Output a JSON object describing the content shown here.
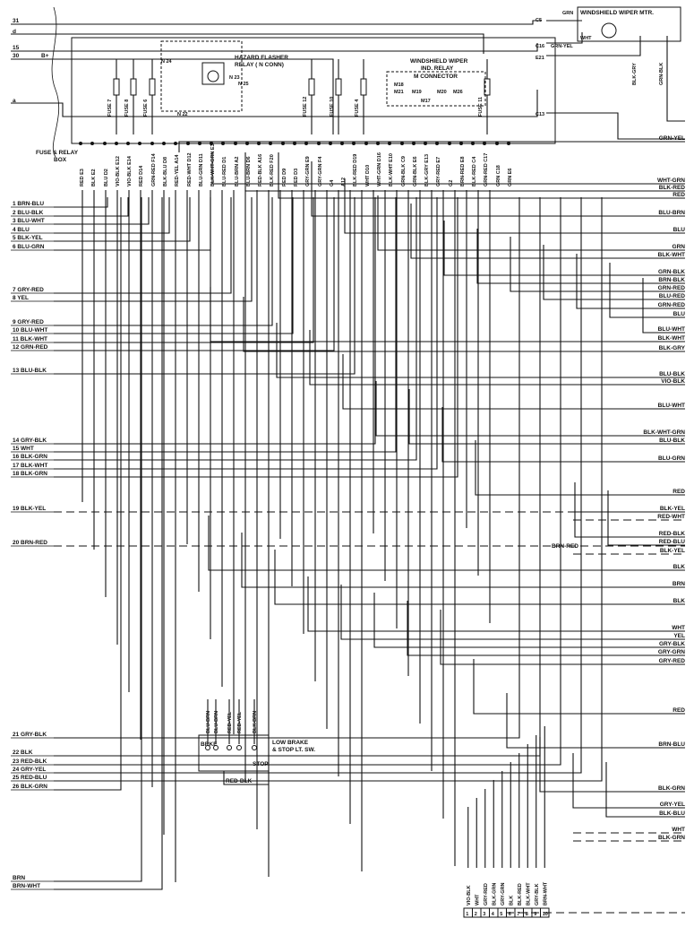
{
  "edge_left_labels": [
    "31",
    "d",
    "15",
    "30",
    "B+",
    "a"
  ],
  "fuse_box_label_1": "FUSE & RELAY",
  "fuse_box_label_2": "BOX",
  "hazard_relay_label_1": "HAZARD FLASHER",
  "hazard_relay_label_2": "RELAY ( N CONN)",
  "hazard_pins": [
    "N 24",
    "N 23",
    "N 25",
    "N 22"
  ],
  "wiper_relay_label_1": "WINDSHIELD WIPER",
  "wiper_relay_label_2": "IND. RELAY",
  "wiper_relay_label_3": "M CONNECTOR",
  "wiper_relay_pins": [
    "M18",
    "M21",
    "M19",
    "M17",
    "M20",
    "M26"
  ],
  "wiper_motor_label": "WINDSHIELD WIPER MTR.",
  "wiper_motor_wires": [
    "GRN",
    "WHT",
    "C5",
    "C16",
    "GRN-YEL",
    "E21",
    "C13",
    "BLK-GRY",
    "GRN-BLK"
  ],
  "fuses": [
    "FUSE 7",
    "FUSE 8",
    "FUSE 6",
    "FUSE 12",
    "FUSE 10",
    "FUSE 4",
    "FUSE 11"
  ],
  "top_connector_labels": [
    "RED E3",
    "BLK E2",
    "BLU D2",
    "VIO-BLK E12",
    "VIO-BLK E14",
    "RED D14",
    "GRN-RED F14",
    "BLK-BLU D8",
    "RED-YEL A14",
    "RED-WHT D12",
    "BLU-GRN D11",
    "BLK-WHT-GRN E3",
    "BLU-RED D1",
    "BLU-BRN A2",
    "BLU-BRN D6",
    "RED-BLK A16",
    "BLK-RED F20",
    "RED D9",
    "RED D3",
    "GRY-GRN E9",
    "GRY-GRN F4",
    "G4",
    "A12",
    "BLK-RED D19",
    "WHT D10",
    "WHT-GRN D16",
    "BLK-WHT E10",
    "GRN-BLK C9",
    "GRN-BLK E6",
    "BLK-GRY E13",
    "GRY-RED E7",
    "G2",
    "BRN-RED E8",
    "BLK-RED C4",
    "GRN-RED C17",
    "GRN C18",
    "GRN E6"
  ],
  "left_wires": [
    {
      "num": "1",
      "name": "BRN-BLU"
    },
    {
      "num": "2",
      "name": "BLU-BLK"
    },
    {
      "num": "3",
      "name": "BLU-WHT"
    },
    {
      "num": "4",
      "name": "BLU"
    },
    {
      "num": "5",
      "name": "BLK-YEL"
    },
    {
      "num": "6",
      "name": "BLU-GRN"
    },
    {
      "num": "7",
      "name": "GRY-RED"
    },
    {
      "num": "8",
      "name": "YEL"
    },
    {
      "num": "9",
      "name": "GRY-RED"
    },
    {
      "num": "10",
      "name": "BLU-WHT"
    },
    {
      "num": "11",
      "name": "BLK-WHT"
    },
    {
      "num": "12",
      "name": "GRN-RED"
    },
    {
      "num": "13",
      "name": "BLU-BLK"
    },
    {
      "num": "14",
      "name": "GRY-BLK"
    },
    {
      "num": "15",
      "name": "WHT"
    },
    {
      "num": "16",
      "name": "BLK-GRN"
    },
    {
      "num": "17",
      "name": "BLK-WHT"
    },
    {
      "num": "18",
      "name": "BLK-GRN"
    },
    {
      "num": "19",
      "name": "BLK-YEL"
    },
    {
      "num": "20",
      "name": "BRN-RED"
    },
    {
      "num": "21",
      "name": "GRY-BLK"
    },
    {
      "num": "22",
      "name": "BLK"
    },
    {
      "num": "23",
      "name": "RED-BLK"
    },
    {
      "num": "24",
      "name": "GRY-YEL"
    },
    {
      "num": "25",
      "name": "RED-BLU"
    },
    {
      "num": "26",
      "name": "BLK-GRN"
    },
    {
      "num": "",
      "name": "BRN"
    },
    {
      "num": "",
      "name": "BRN-WHT"
    }
  ],
  "right_wires": [
    "GRN-YEL",
    "WHT-GRN",
    "BLK-RED",
    "RED",
    "BLU-BRN",
    "BLU",
    "GRN",
    "BLK-WHT",
    "GRN-BLK",
    "BRN-BLK",
    "GRN-RED",
    "BLU-RED",
    "GRN-RED",
    "BLU",
    "BLU-WHT",
    "BLK-WHT",
    "BLK-GRY",
    "BLU-BLK",
    "VIO-BLK",
    "BLU-WHT",
    "BLK-WHT-GRN",
    "BLU-BLK",
    "BLU-GRN",
    "RED",
    "BLK-YEL",
    "RED-WHT",
    "RED-BLK",
    "RED-BLU",
    "BLK-YEL",
    "BLK",
    "BRN",
    "BLK",
    "WHT",
    "YEL",
    "GRY-BLK",
    "GRY-GRN",
    "GRY-RED",
    "RED",
    "BRN-BLU",
    "BLK-GRN",
    "GRY-YEL",
    "BLK-BLU",
    "WHT",
    "BLK-GRN"
  ],
  "brn_red_mid_label": "BRN-RED",
  "switch_label_1": "LOW BRAKE",
  "switch_label_2": "& STOP LT. SW.",
  "switch_terms": [
    "BRKE",
    "STOP"
  ],
  "switch_wires": [
    "BLU-BRN",
    "BLU-BRN",
    "RED-YEL",
    "RED-YEL",
    "BLK-BRN"
  ],
  "switch_bottom_wire": "RED-BLK",
  "bottom_connector_wires": [
    "VIO-BLK",
    "WHT",
    "GRY-RED",
    "BLK-GRN",
    "GRY-GRN",
    "BLK",
    "BLK-RED",
    "BLK-WHT",
    "GRY-BLK",
    "BRN-WHT"
  ],
  "bottom_connector_pins": [
    "1",
    "2",
    "3",
    "4",
    "5",
    "6",
    "7",
    "8",
    "9",
    "10"
  ]
}
